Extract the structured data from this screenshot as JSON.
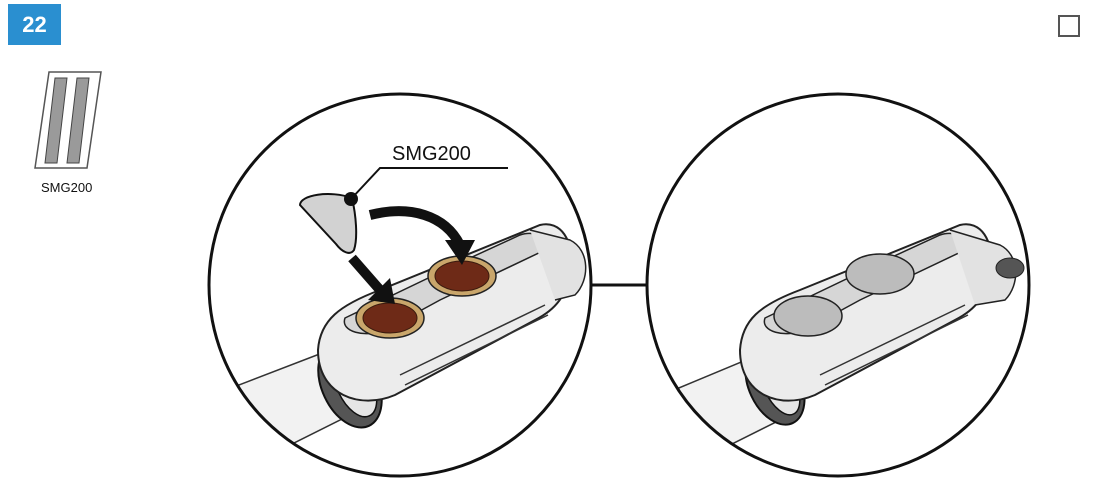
{
  "step": {
    "number": "22"
  },
  "tool": {
    "label": "SMG200",
    "icon": "grease-tube-icon"
  },
  "callout": {
    "label": "SMG200"
  },
  "colors": {
    "badge": "#2a8fd0",
    "grease": "#6e2a17",
    "outline": "#111111"
  },
  "checkbox": {
    "checked": false
  }
}
